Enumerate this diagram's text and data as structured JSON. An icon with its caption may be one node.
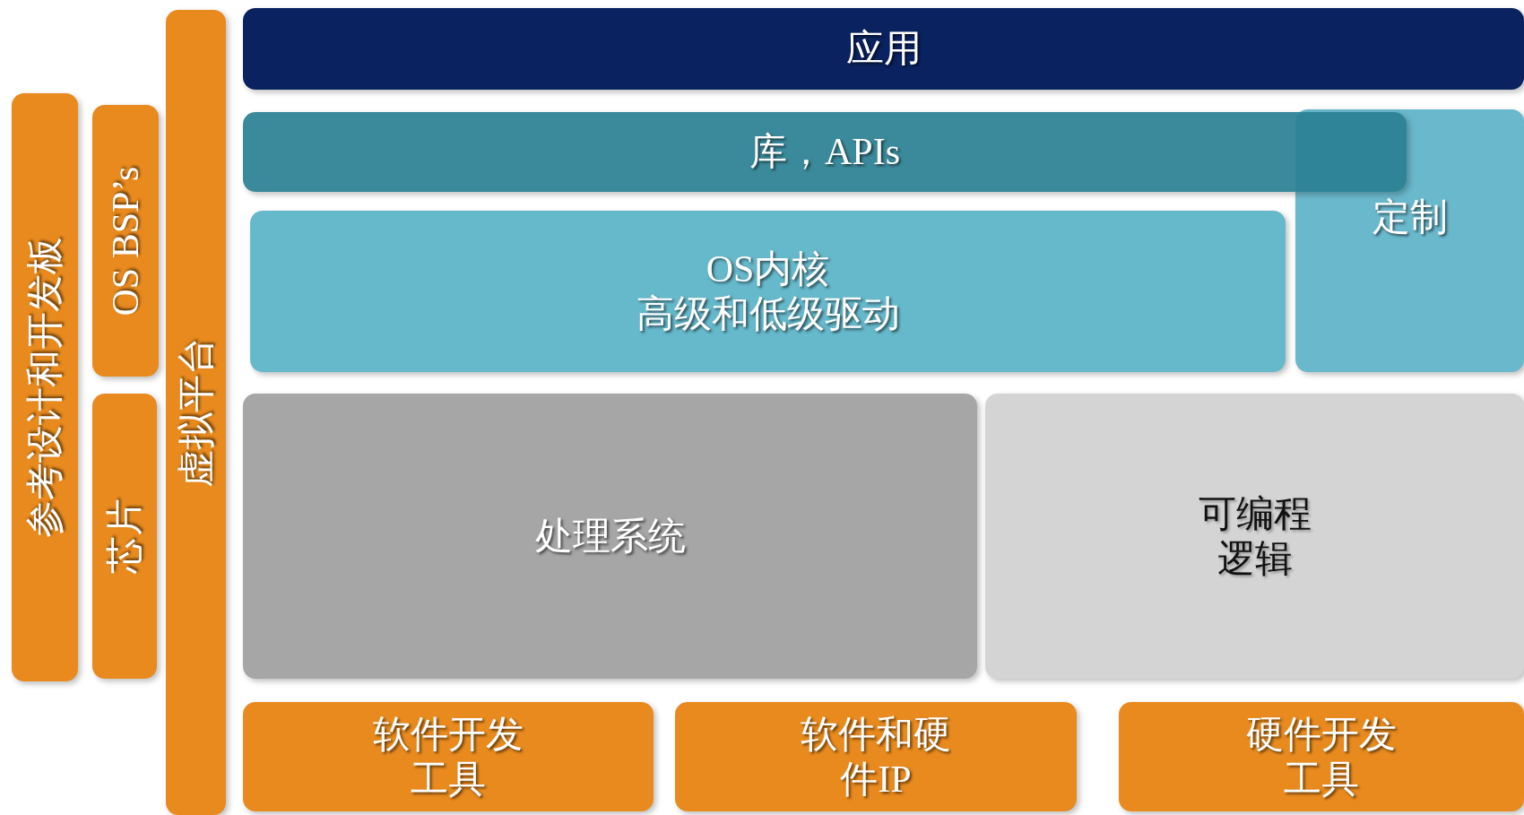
{
  "diagram": {
    "nodes": [
      {
        "text": [
          "参考设计和开发板"
        ]
      },
      {
        "text": [
          "OS BSP’s"
        ]
      },
      {
        "text": [
          "芯片"
        ]
      },
      {
        "text": [
          "虚拟平台"
        ]
      },
      {
        "text": [
          "应用"
        ]
      },
      {
        "text": [
          "库，APIs"
        ]
      },
      {
        "text": [
          "定制"
        ]
      },
      {
        "text": [
          "OS内核",
          "高级和低级驱动"
        ]
      },
      {
        "text": [
          "处理系统"
        ]
      },
      {
        "text": [
          "可编程逻辑"
        ]
      },
      {
        "text": [
          "软件开发工具"
        ]
      },
      {
        "text": [
          "软件和硬件IP"
        ]
      },
      {
        "text": [
          "硬件开发工具"
        ]
      }
    ]
  }
}
